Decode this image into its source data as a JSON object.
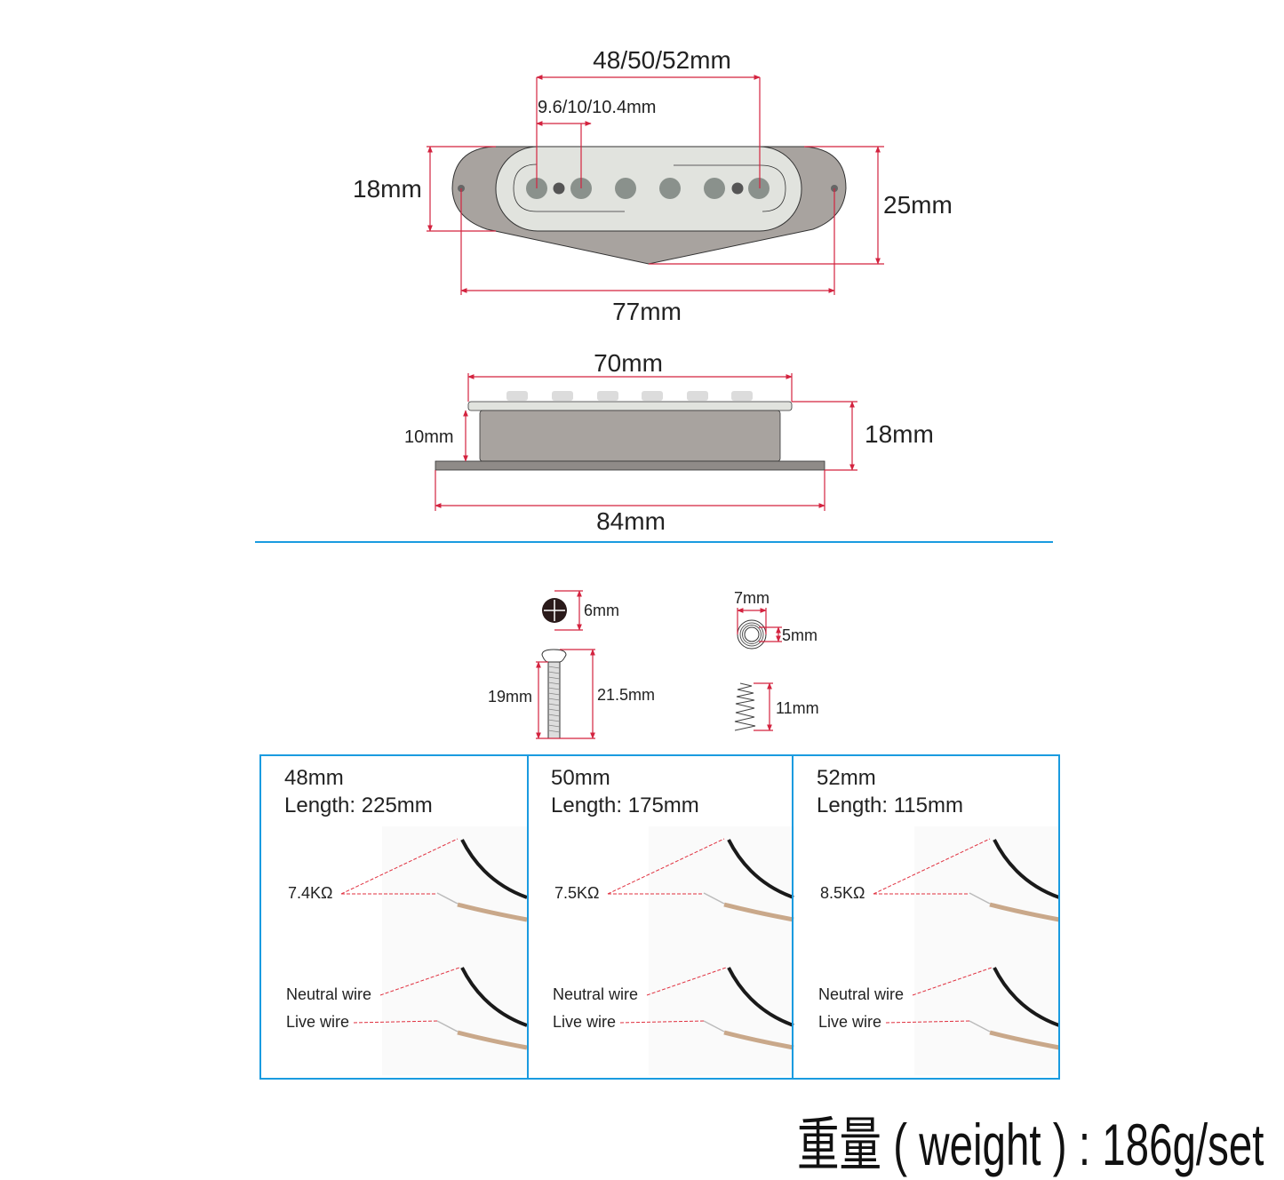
{
  "colors": {
    "dimension": "#d3233f",
    "divider": "#1a9be0",
    "pickup_body": "#a8a39f",
    "cover": "#e1e3de",
    "pole": "#8a918c"
  },
  "top_view": {
    "pole_spacing_total": "48/50/52mm",
    "pole_spacing_single": "9.6/10/10.4mm",
    "cover_height": "18mm",
    "total_height": "25mm",
    "mount_distance": "77mm"
  },
  "side_view": {
    "cover_length": "70mm",
    "body_height": "10mm",
    "total_height": "18mm",
    "base_length": "84mm"
  },
  "hardware": {
    "screw_head": "6mm",
    "screw_thread": "19mm",
    "screw_total": "21.5mm",
    "tube_outer": "7mm",
    "tube_inner": "5mm",
    "spring_length": "11mm"
  },
  "variants": [
    {
      "size": "48mm",
      "length": "Length: 225mm",
      "resistance": "7.4KΩ",
      "neutral": "Neutral wire",
      "live": "Live wire"
    },
    {
      "size": "50mm",
      "length": "Length: 175mm",
      "resistance": "7.5KΩ",
      "neutral": "Neutral wire",
      "live": "Live wire"
    },
    {
      "size": "52mm",
      "length": "Length: 115mm",
      "resistance": "8.5KΩ",
      "neutral": "Neutral wire",
      "live": "Live wire"
    }
  ],
  "weight": "重量 ( weight ) : 186g/set"
}
